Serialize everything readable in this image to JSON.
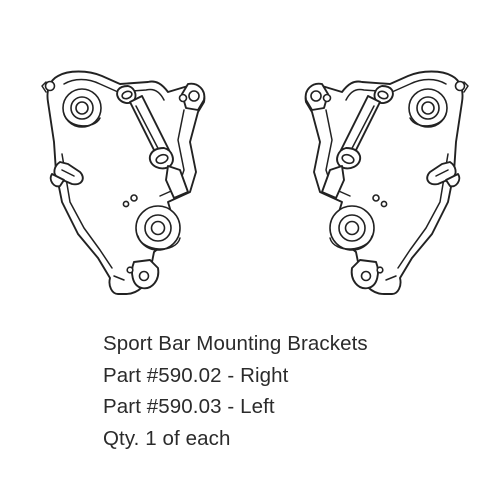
{
  "product": {
    "caption": {
      "title": "Sport Bar Mounting Brackets",
      "part_right": "Part #590.02 - Right",
      "part_left": "Part #590.03 - Left",
      "quantity": "Qty. 1 of each"
    }
  },
  "illustrations": [
    "bracket-right-drawing",
    "bracket-left-drawing"
  ],
  "colors": {
    "background": "#ffffff",
    "line_art": "#222222",
    "text": "#2b2b2b"
  }
}
